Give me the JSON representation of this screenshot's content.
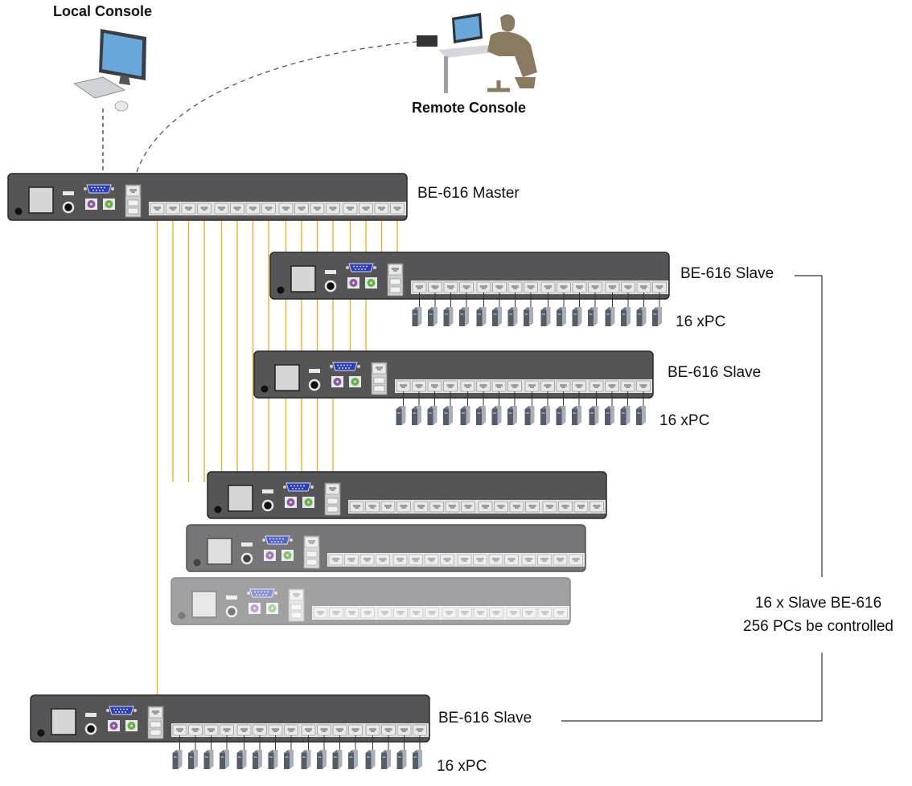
{
  "labels": {
    "local_console": "Local Console",
    "remote_console": "Remote Console",
    "master": "BE-616 Master",
    "slave": "BE-616 Slave",
    "pcs": "16 xPC",
    "summary_line1": "16 x Slave BE-616",
    "summary_line2": "256 PCs be controlled"
  },
  "colors": {
    "chassis": "#555558",
    "chassis_border": "#2a2a2a",
    "cable": "#f0a81e",
    "link": "#333333",
    "dashed": "#555555",
    "vga_port": "#2b3fb8",
    "ps2_keyboard": "#8a5aa0",
    "ps2_mouse": "#6ab04c",
    "pc_tower": "#8f98a3",
    "silhouette": "#8a7a62"
  },
  "diagram": {
    "master_ports": 16,
    "slave_ports": 16,
    "pcs_per_slave": 16,
    "slave_count": 16
  }
}
